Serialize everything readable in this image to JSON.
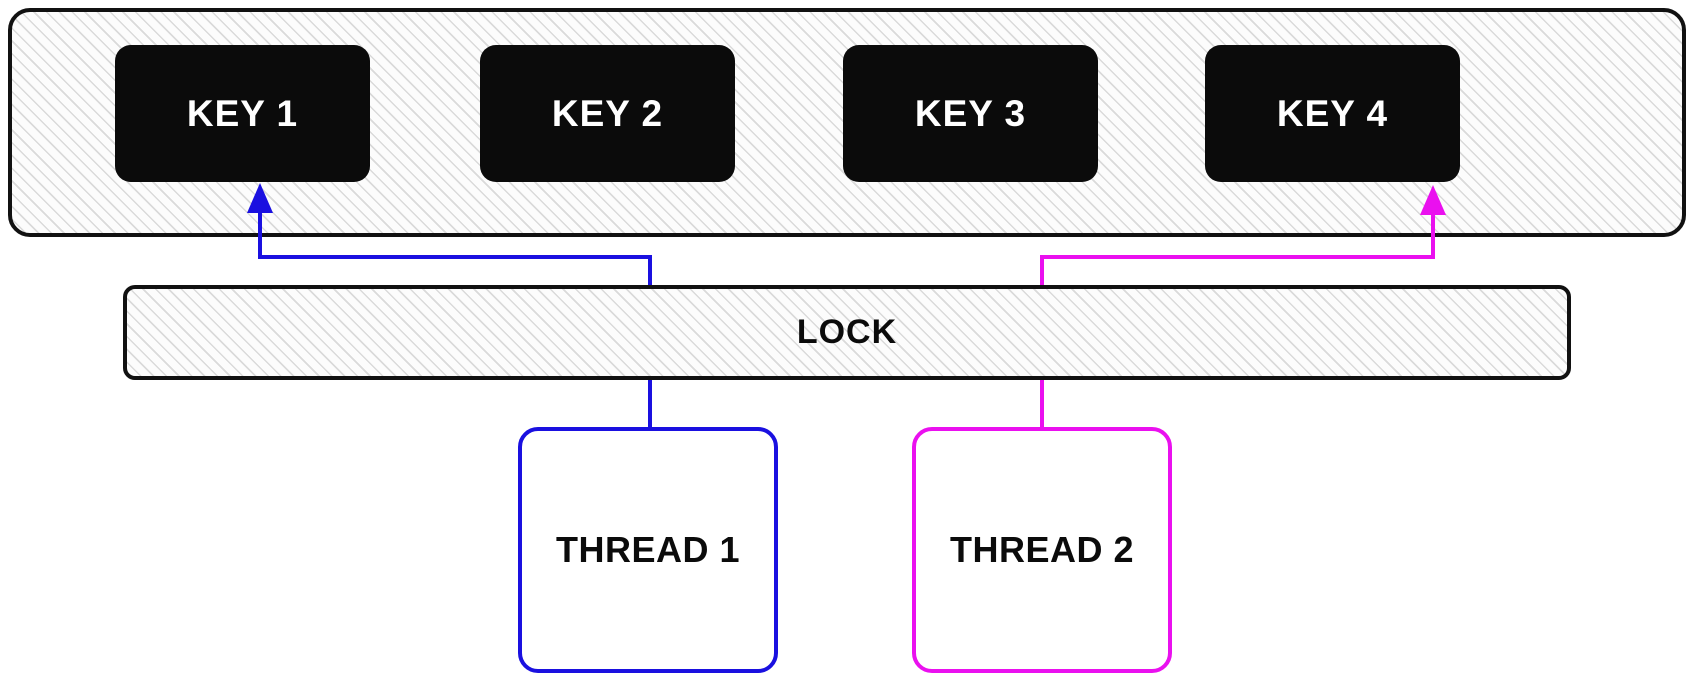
{
  "keys_pool": {
    "items": [
      {
        "id": "key-1",
        "label": "KEY 1"
      },
      {
        "id": "key-2",
        "label": "KEY 2"
      },
      {
        "id": "key-3",
        "label": "KEY 3"
      },
      {
        "id": "key-4",
        "label": "KEY 4"
      }
    ]
  },
  "lock": {
    "label": "LOCK"
  },
  "threads": [
    {
      "id": "thread-1",
      "label": "THREAD 1"
    },
    {
      "id": "thread-2",
      "label": "THREAD 2"
    }
  ],
  "connections": [
    {
      "from": "thread-1",
      "via": "lock",
      "to": "key-1",
      "color": "#1a10e0"
    },
    {
      "from": "thread-2",
      "via": "lock",
      "to": "key-4",
      "color": "#ea10ef"
    }
  ],
  "colors": {
    "thread1_blue": "#1a10e0",
    "thread2_magenta": "#ea10ef",
    "key_box_fill": "#0b0b0b",
    "key_label_text": "#ffffff",
    "outline_black": "#111111",
    "hatch_line_gray": "#dadada"
  }
}
